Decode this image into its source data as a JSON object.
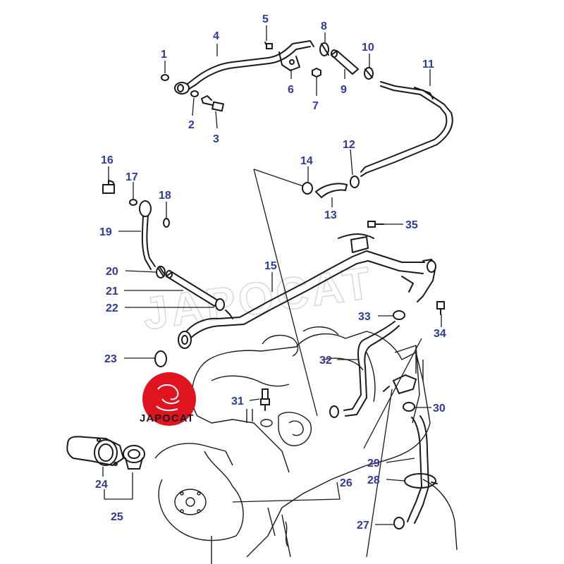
{
  "diagram": {
    "callout_color": "#2e3a9a",
    "watermark_text": "JAPOCAT",
    "logo": {
      "text": "JAPOCAT",
      "color": "#e0141e"
    },
    "callouts": [
      "1",
      "2",
      "3",
      "4",
      "5",
      "6",
      "7",
      "8",
      "9",
      "10",
      "11",
      "12",
      "13",
      "14",
      "15",
      "16",
      "17",
      "18",
      "19",
      "20",
      "21",
      "22",
      "23",
      "24",
      "25",
      "26",
      "27",
      "28",
      "29",
      "30",
      "31",
      "32",
      "33",
      "34",
      "35"
    ]
  }
}
